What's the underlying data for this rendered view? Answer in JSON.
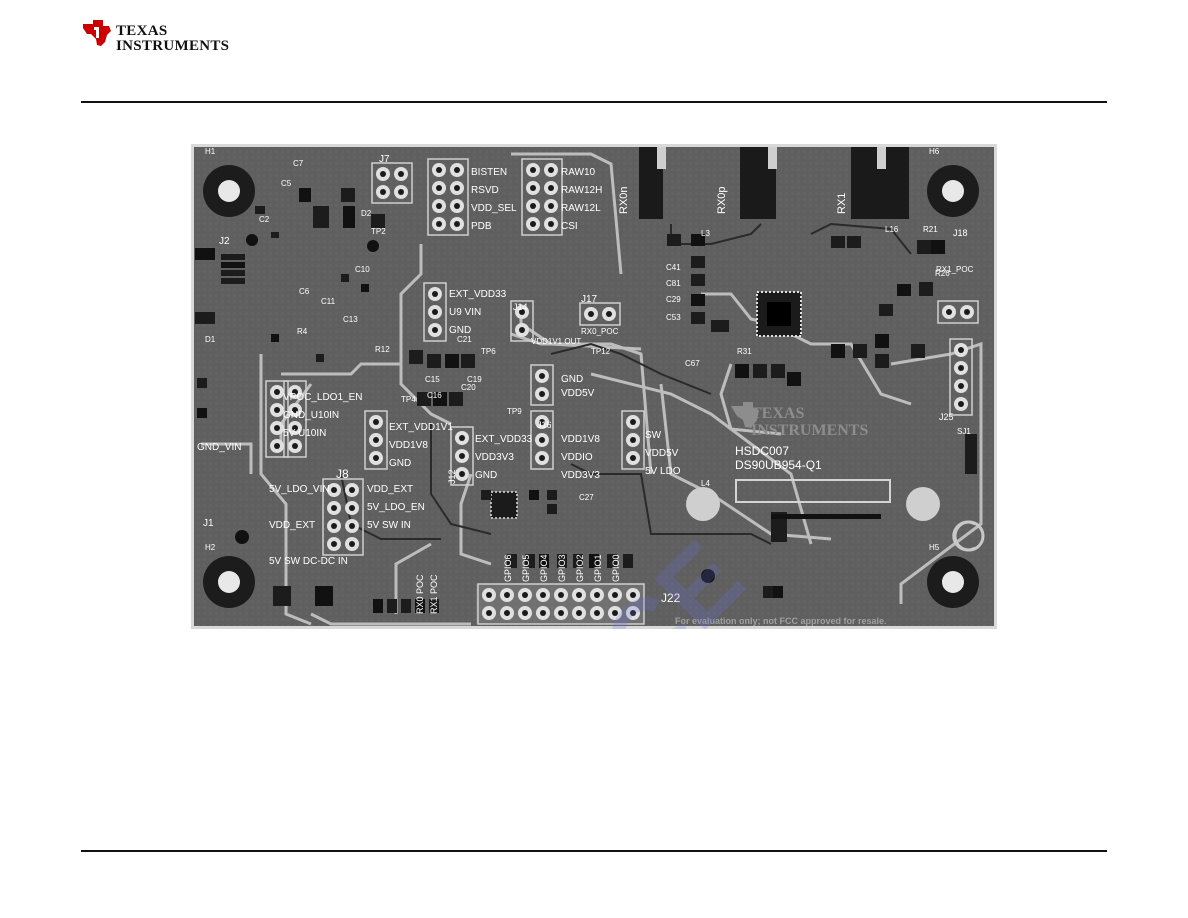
{
  "header": {
    "company_line1": "Texas",
    "company_line2": "Instruments"
  },
  "board": {
    "product": "HSDC007",
    "part": "DS90UB954-Q1",
    "logo_line1": "TEXAS",
    "logo_line2": "INSTRUMENTS",
    "disclaimer": "For evaluation only; not FCC approved for resale.",
    "connector_labels": [
      "RX0n",
      "RX0p",
      "RX1"
    ],
    "header_j22": "J22",
    "jumper_j7": "J7",
    "jumper_j8": "J8",
    "jumper_j2": "J2",
    "jumper_j1": "J1",
    "jumper_j17": "J17",
    "jumper_j14": "J14",
    "jumper_j16": "J16",
    "jumper_j12": "J12",
    "jumper_j18": "J18",
    "jumper_j25": "J25",
    "gnd_vin": "GND_VIN",
    "block_a": [
      "BISTEN",
      "RSVD",
      "VDD_SEL",
      "PDB"
    ],
    "block_b": [
      "RAW10",
      "RAW12H",
      "RAW12L",
      "CSI"
    ],
    "block_c": [
      "EXT_VDD33",
      "U9 VIN",
      "GND"
    ],
    "block_d": [
      "VPOC_LDO1_EN",
      "GND_U10IN",
      "5V-U10IN"
    ],
    "block_e": [
      "EXT_VDD1V1",
      "VDD1V8",
      "GND"
    ],
    "block_f": [
      "EXT_VDD33",
      "VDD3V3",
      "GND"
    ],
    "block_g": [
      "VDD1V8",
      "VDDIO",
      "VDD3V3"
    ],
    "block_h": [
      "SW",
      "VDD5V",
      "5V LDO"
    ],
    "block_i": [
      "GND",
      "VDD5V"
    ],
    "block_j8_left": [
      "5V_LDO_VIN",
      "VDD_EXT",
      "5V SW DC-DC IN"
    ],
    "block_j8_right": [
      "VDD_EXT",
      "5V_LDO_EN",
      "5V SW IN"
    ],
    "gpio_labels": [
      "GPIO6",
      "GPIO5",
      "GPIO4",
      "GPIO3",
      "GPIO2",
      "GPIO1",
      "GPIO0"
    ],
    "rx_labels": [
      "RX0 POC",
      "RX1 POC"
    ],
    "misc_labels": [
      "RX0_POC",
      "RX1_POC",
      "VDD1V1 OUT",
      "TP12",
      "TP9",
      "TP4",
      "TP6",
      "TP2",
      "SJ1",
      "D1",
      "D2",
      "L3",
      "L4",
      "L16",
      "C41",
      "C81",
      "C29",
      "C53",
      "C67",
      "C27",
      "C20",
      "C16",
      "C15",
      "C19",
      "C21",
      "C7",
      "C5",
      "C2",
      "C6",
      "C10",
      "C11",
      "C13",
      "R4",
      "R12",
      "R31",
      "R21",
      "R26",
      "H1",
      "H2",
      "H5",
      "H6"
    ]
  }
}
